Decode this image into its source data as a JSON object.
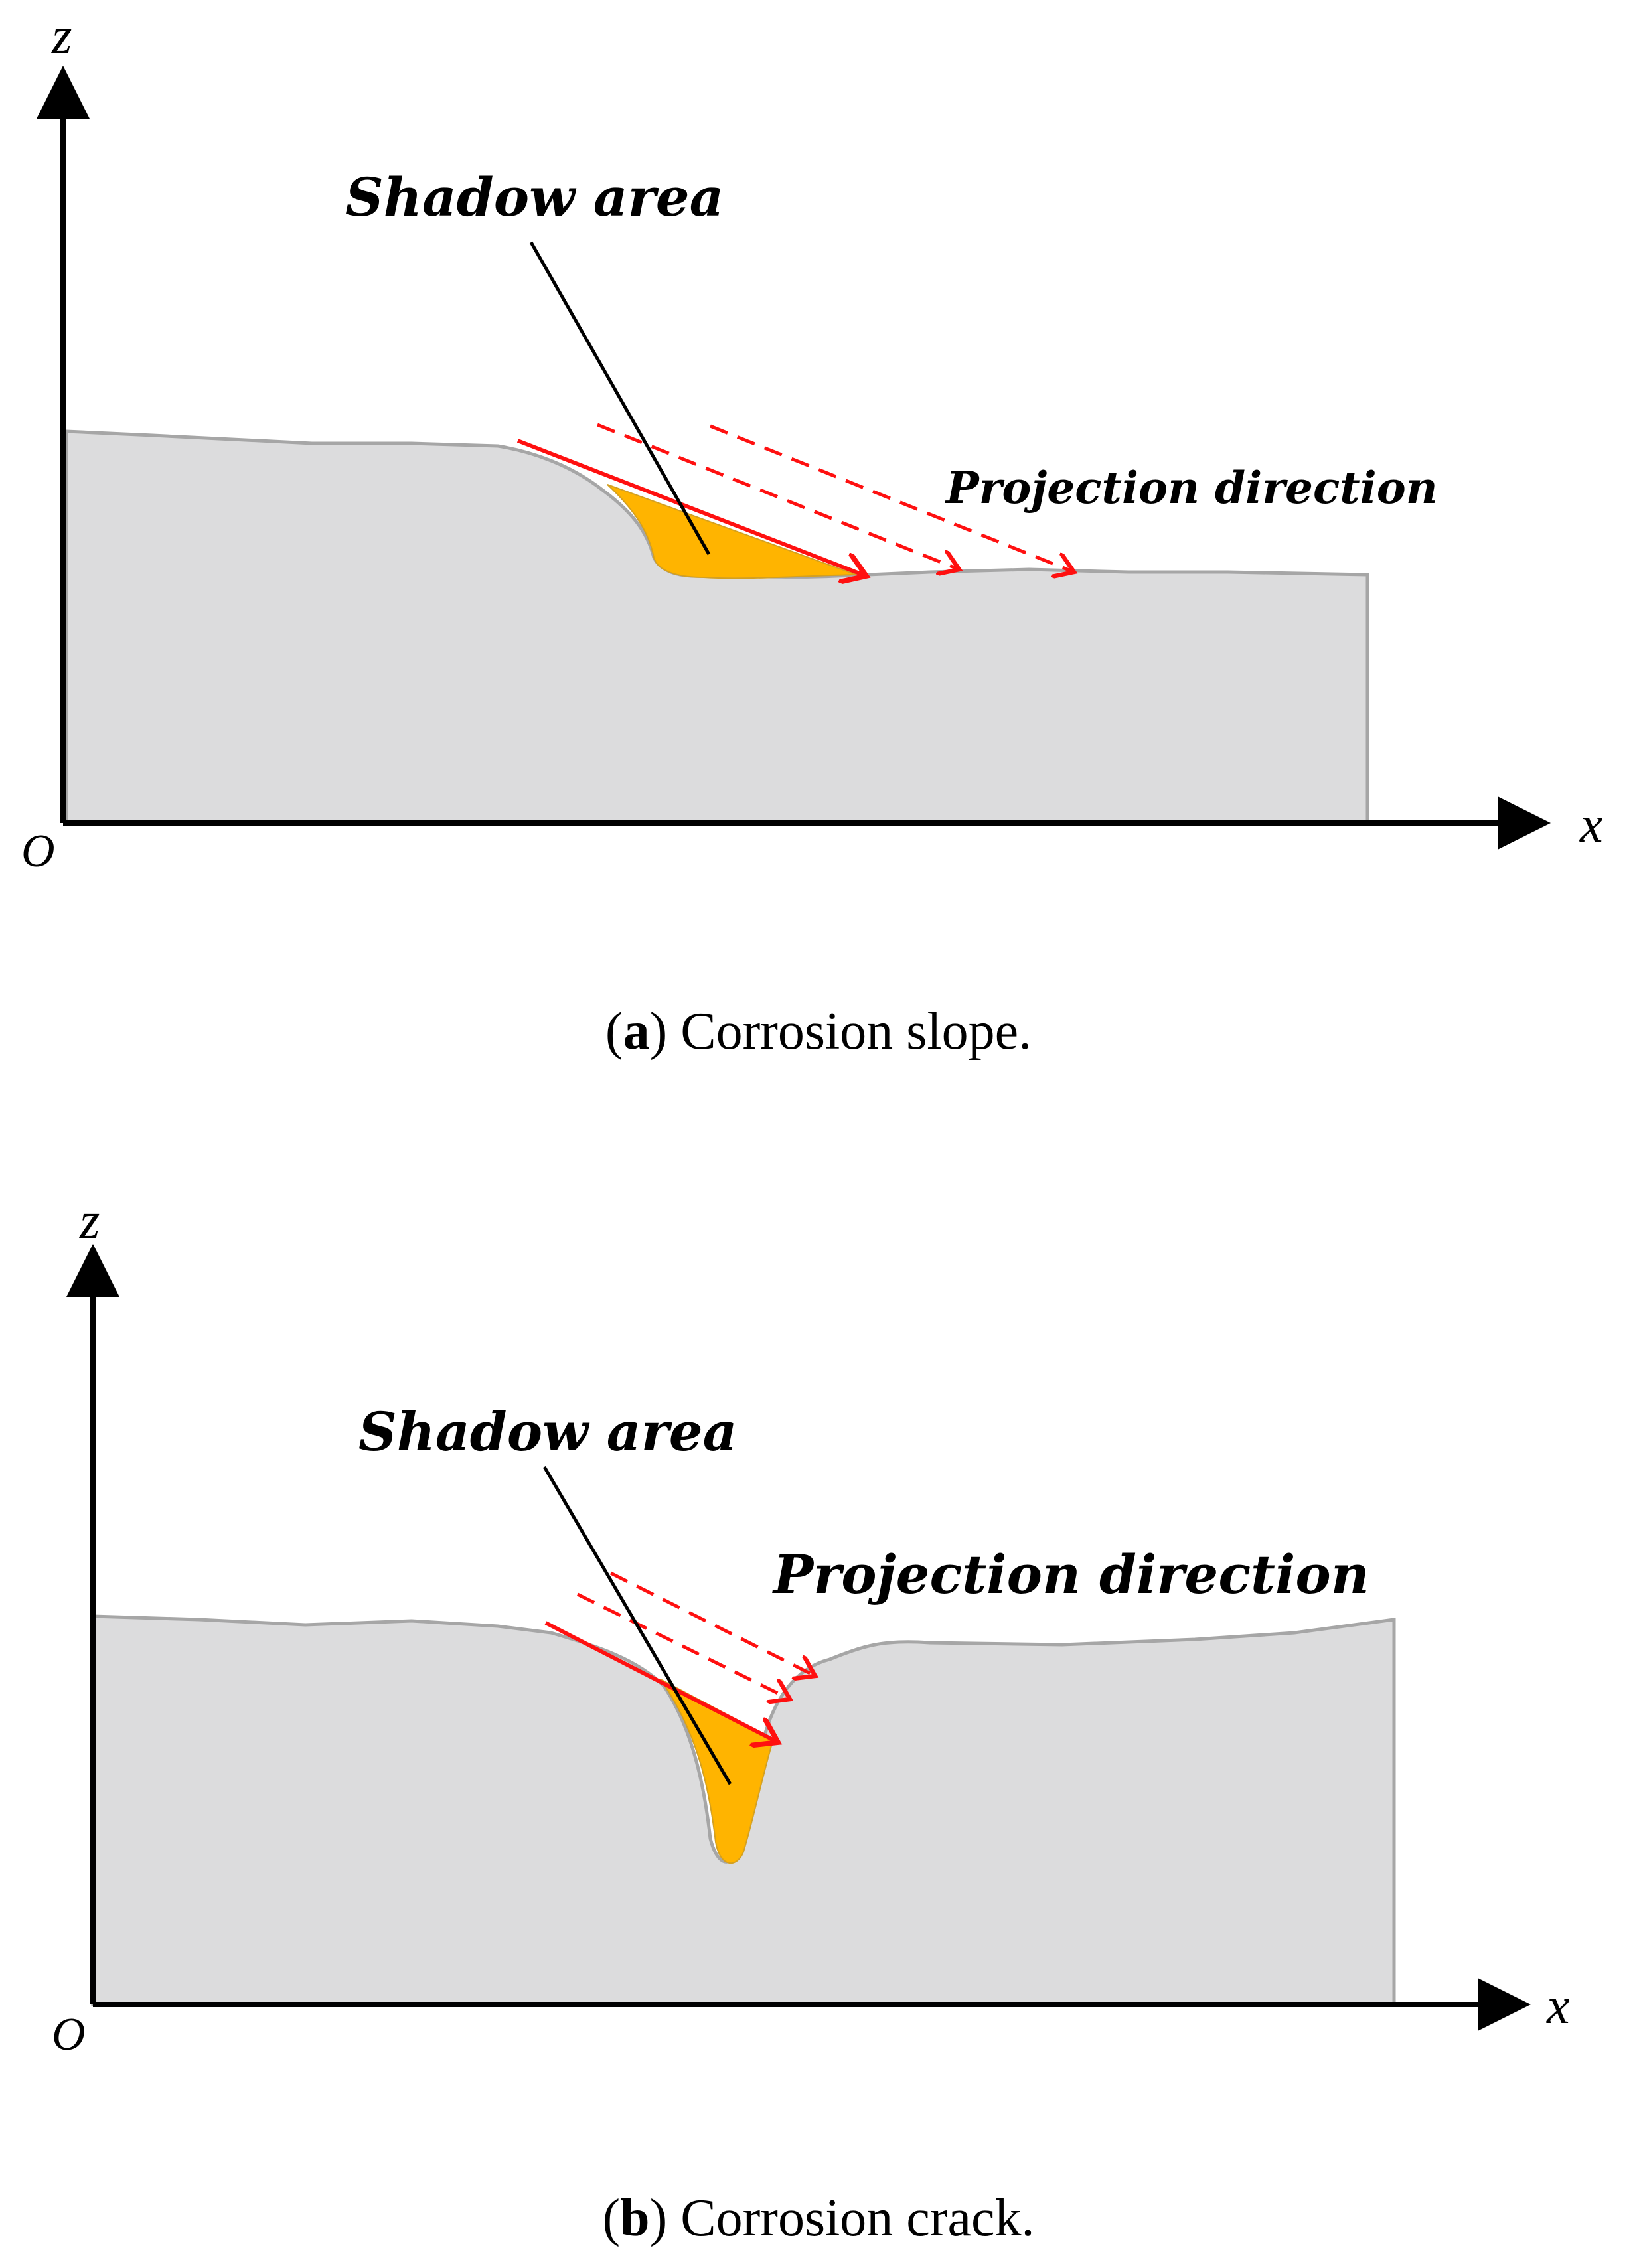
{
  "colors": {
    "surface_fill": "#dcdcdd",
    "surface_edge": "#a6a6a6",
    "shadow_fill": "#ffb400",
    "projection": "#ff1010",
    "axis": "#000000"
  },
  "panels": [
    {
      "id": "a",
      "label_shadow": "Shadow area",
      "label_projection": "Projection direction",
      "axis_x": "x",
      "axis_z": "z",
      "axis_origin": "O",
      "caption_letter": "a",
      "caption_text": " Corrosion slope."
    },
    {
      "id": "b",
      "label_shadow": "Shadow area",
      "label_projection": "Projection direction",
      "axis_x": "x",
      "axis_z": "z",
      "axis_origin": "O",
      "caption_letter": "b",
      "caption_text": " Corrosion crack."
    }
  ]
}
